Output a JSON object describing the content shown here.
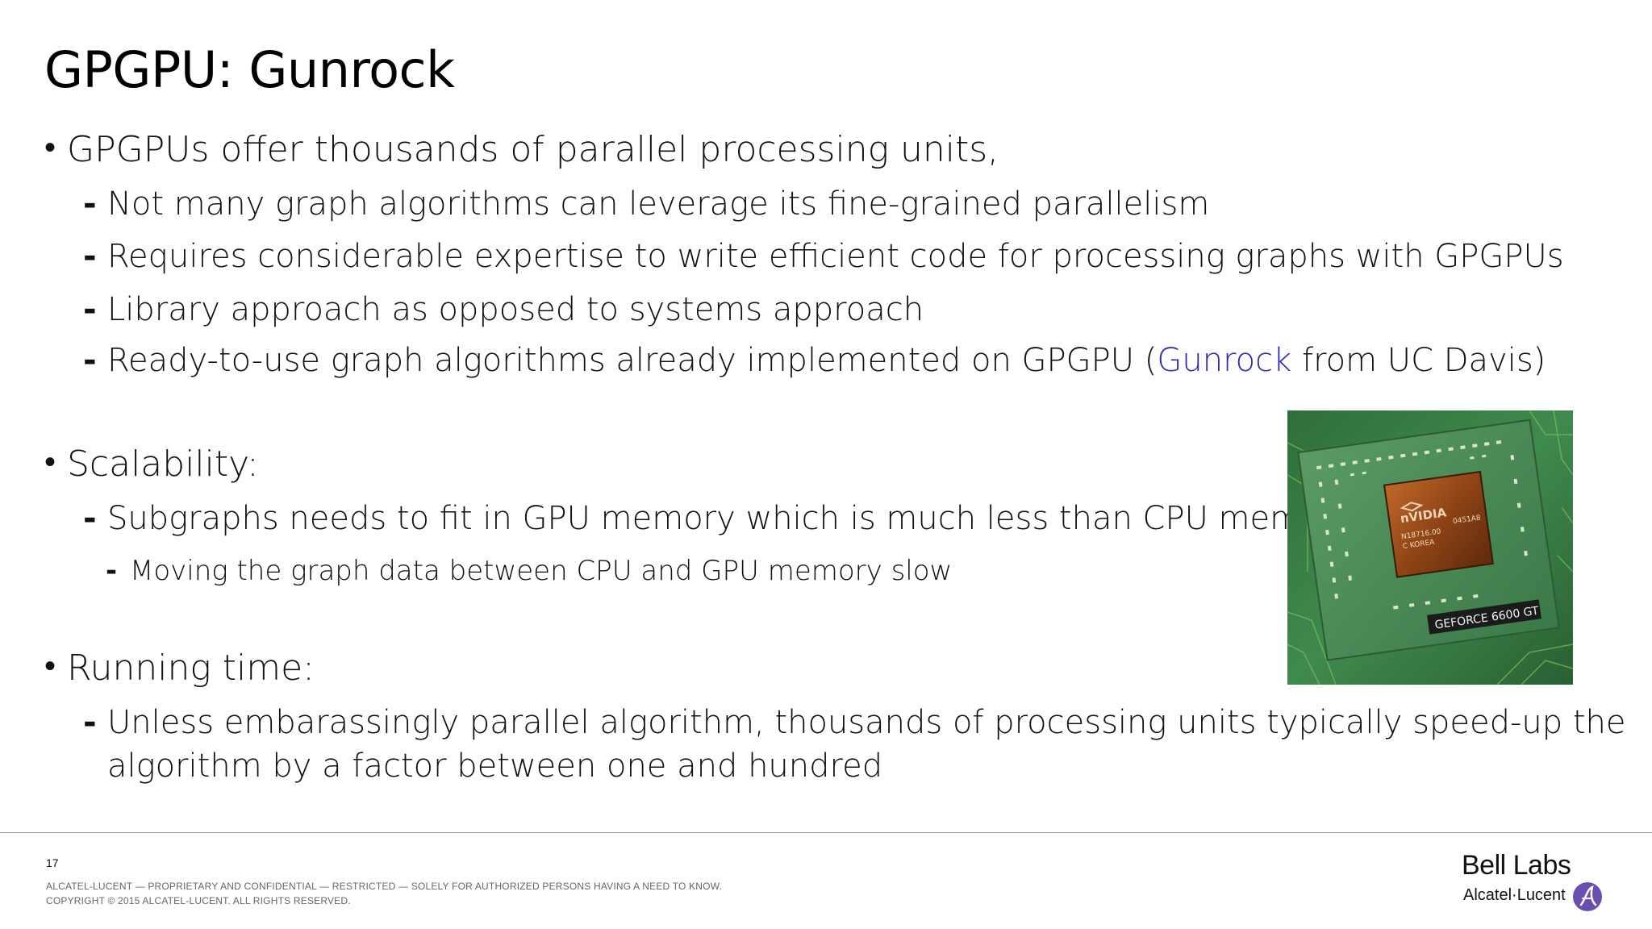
{
  "slide": {
    "title": "GPGPU: Gunrock",
    "page_number": "17"
  },
  "bullets": {
    "b1": {
      "mark": "•",
      "text": "GPGPUs offer thousands of parallel processing units,",
      "subs": [
        {
          "mark": "-",
          "text": "Not many graph algorithms can leverage its fine-grained parallelism"
        },
        {
          "mark": "-",
          "text": "Requires considerable expertise to write efficient code for processing graphs with GPGPUs"
        },
        {
          "mark": "-",
          "text": "Library approach as opposed to systems approach"
        },
        {
          "mark": "-",
          "text_before": "Ready-to-use graph algorithms already implemented on GPGPU (",
          "link": "Gunrock",
          "text_after": " from UC Davis)"
        }
      ]
    },
    "b2": {
      "mark": "•",
      "text": "Scalability:",
      "subs": [
        {
          "mark": "-",
          "text": "Subgraphs needs to fit in GPU memory which is much less than CPU memory"
        }
      ],
      "subsub": {
        "mark": "-",
        "text": "Moving the graph data between CPU and GPU memory slow"
      }
    },
    "b3": {
      "mark": "•",
      "text": "Running time:",
      "subs": [
        {
          "mark": "-",
          "line1": "Unless embarassingly parallel algorithm, thousands of processing units typically speed-up the",
          "line2": "algorithm by a factor between one and hundred"
        }
      ]
    }
  },
  "photo": {
    "chip_brand": "nVIDIA",
    "chip_code_1": "N18716.00",
    "chip_code_2": "0451A8",
    "chip_origin": "C KOREA",
    "label": "GEFORCE 6600 GT"
  },
  "footer": {
    "legal_line_1": "ALCATEL-LUCENT — PROPRIETARY AND CONFIDENTIAL — RESTRICTED — SOLELY FOR AUTHORIZED PERSONS HAVING A NEED TO KNOW.",
    "legal_line_2": "COPYRIGHT © 2015 ALCATEL-LUCENT. ALL RIGHTS RESERVED.",
    "brand_top": "Bell Labs",
    "brand_bottom": "Alcatel·Lucent"
  },
  "colors": {
    "link": "#2a2ab8",
    "board_green": "#3f8a4e",
    "chip_orange": "#a0521c"
  }
}
